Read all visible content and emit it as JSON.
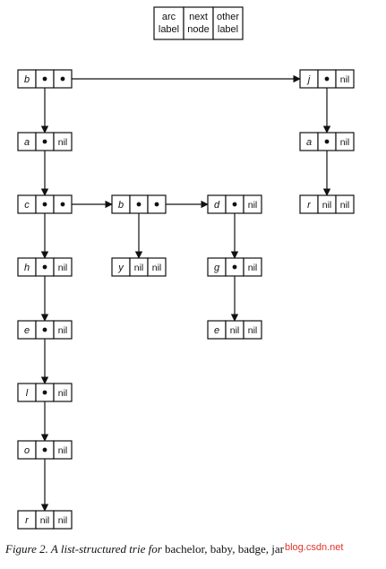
{
  "legend": {
    "cells": [
      [
        "arc",
        "label"
      ],
      [
        "next",
        "node"
      ],
      [
        "other",
        "label"
      ]
    ]
  },
  "nodes": [
    {
      "id": "n_b",
      "cells": [
        "b",
        "ptr",
        "ptr"
      ]
    },
    {
      "id": "n_a",
      "cells": [
        "a",
        "ptr",
        "nil"
      ]
    },
    {
      "id": "n_c",
      "cells": [
        "c",
        "ptr",
        "ptr"
      ]
    },
    {
      "id": "n_h",
      "cells": [
        "h",
        "ptr",
        "nil"
      ]
    },
    {
      "id": "n_e",
      "cells": [
        "e",
        "ptr",
        "nil"
      ]
    },
    {
      "id": "n_l",
      "cells": [
        "l",
        "ptr",
        "nil"
      ]
    },
    {
      "id": "n_o",
      "cells": [
        "o",
        "ptr",
        "nil"
      ]
    },
    {
      "id": "n_r",
      "cells": [
        "r",
        "nil",
        "nil"
      ]
    },
    {
      "id": "n_b2",
      "cells": [
        "b",
        "ptr",
        "ptr"
      ]
    },
    {
      "id": "n_y",
      "cells": [
        "y",
        "nil",
        "nil"
      ]
    },
    {
      "id": "n_d",
      "cells": [
        "d",
        "ptr",
        "nil"
      ]
    },
    {
      "id": "n_g",
      "cells": [
        "g",
        "ptr",
        "nil"
      ]
    },
    {
      "id": "n_e2",
      "cells": [
        "e",
        "nil",
        "nil"
      ]
    },
    {
      "id": "n_j",
      "cells": [
        "j",
        "ptr",
        "nil"
      ]
    },
    {
      "id": "n_a2",
      "cells": [
        "a",
        "ptr",
        "nil"
      ]
    },
    {
      "id": "n_r2",
      "cells": [
        "r",
        "nil",
        "nil"
      ]
    }
  ],
  "edges": [
    {
      "from": "n_b",
      "cell": 1,
      "to": "n_a"
    },
    {
      "from": "n_b",
      "cell": 2,
      "to": "n_j"
    },
    {
      "from": "n_a",
      "cell": 1,
      "to": "n_c"
    },
    {
      "from": "n_c",
      "cell": 1,
      "to": "n_h"
    },
    {
      "from": "n_c",
      "cell": 2,
      "to": "n_b2"
    },
    {
      "from": "n_h",
      "cell": 1,
      "to": "n_e"
    },
    {
      "from": "n_e",
      "cell": 1,
      "to": "n_l"
    },
    {
      "from": "n_l",
      "cell": 1,
      "to": "n_o"
    },
    {
      "from": "n_o",
      "cell": 1,
      "to": "n_r"
    },
    {
      "from": "n_b2",
      "cell": 1,
      "to": "n_y"
    },
    {
      "from": "n_b2",
      "cell": 2,
      "to": "n_d"
    },
    {
      "from": "n_d",
      "cell": 1,
      "to": "n_g"
    },
    {
      "from": "n_g",
      "cell": 1,
      "to": "n_e2"
    },
    {
      "from": "n_j",
      "cell": 1,
      "to": "n_a2"
    },
    {
      "from": "n_a2",
      "cell": 1,
      "to": "n_r2"
    }
  ],
  "caption": {
    "italic_part": "Figure 2. A list-structured trie for",
    "words_part": " bachelor, baby, badge, jar"
  },
  "watermark": "blog.csdn.net"
}
